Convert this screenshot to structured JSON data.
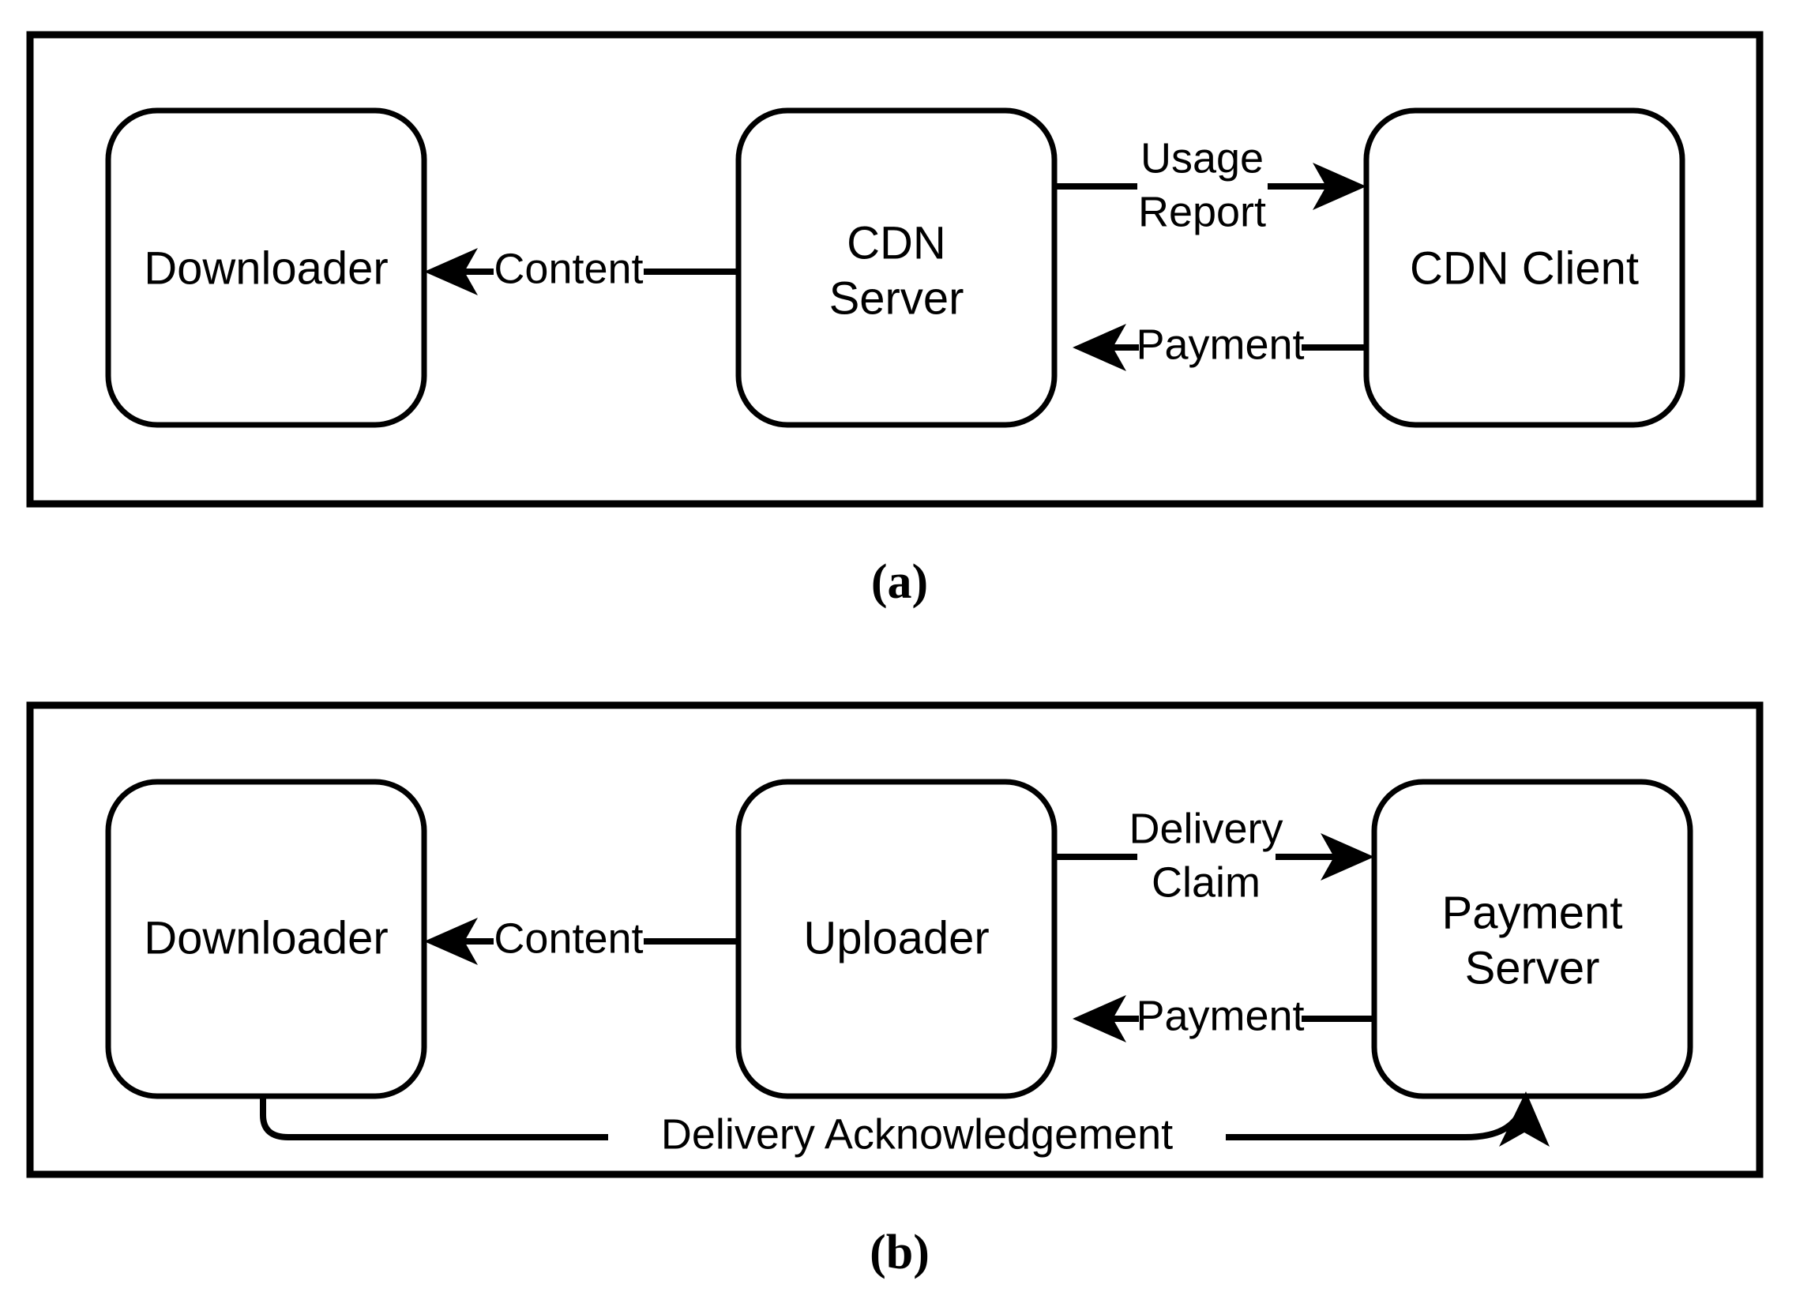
{
  "figure": {
    "background_color": "#ffffff",
    "stroke_color": "#000000"
  },
  "panels": [
    {
      "id": "panel-a",
      "caption": "(a)",
      "nodes": [
        {
          "id": "downloader-a",
          "label": "Downloader",
          "lines": [
            "Downloader"
          ]
        },
        {
          "id": "cdn-server",
          "label": "CDN Server",
          "lines": [
            "CDN",
            "Server"
          ]
        },
        {
          "id": "cdn-client",
          "label": "CDN Client",
          "lines": [
            "CDN Client"
          ]
        }
      ],
      "edges": [
        {
          "id": "edge-content-a",
          "label": "Content",
          "lines": [
            "Content"
          ],
          "from": "cdn-server",
          "to": "downloader-a",
          "direction": "left"
        },
        {
          "id": "edge-usage-report",
          "label": "Usage Report",
          "lines": [
            "Usage",
            "Report"
          ],
          "from": "cdn-server",
          "to": "cdn-client",
          "direction": "right"
        },
        {
          "id": "edge-payment-a",
          "label": "Payment",
          "lines": [
            "Payment"
          ],
          "from": "cdn-client",
          "to": "cdn-server",
          "direction": "left"
        }
      ]
    },
    {
      "id": "panel-b",
      "caption": "(b)",
      "nodes": [
        {
          "id": "downloader-b",
          "label": "Downloader",
          "lines": [
            "Downloader"
          ]
        },
        {
          "id": "uploader",
          "label": "Uploader",
          "lines": [
            "Uploader"
          ]
        },
        {
          "id": "payment-server",
          "label": "Payment Server",
          "lines": [
            "Payment",
            "Server"
          ]
        }
      ],
      "edges": [
        {
          "id": "edge-content-b",
          "label": "Content",
          "lines": [
            "Content"
          ],
          "from": "uploader",
          "to": "downloader-b",
          "direction": "left"
        },
        {
          "id": "edge-delivery-claim",
          "label": "Delivery Claim",
          "lines": [
            "Delivery",
            "Claim"
          ],
          "from": "uploader",
          "to": "payment-server",
          "direction": "right"
        },
        {
          "id": "edge-payment-b",
          "label": "Payment",
          "lines": [
            "Payment"
          ],
          "from": "payment-server",
          "to": "uploader",
          "direction": "left"
        },
        {
          "id": "edge-delivery-ack",
          "label": "Delivery Acknowledgement",
          "lines": [
            "Delivery Acknowledgement"
          ],
          "from": "downloader-b",
          "to": "payment-server",
          "direction": "right"
        }
      ]
    }
  ]
}
